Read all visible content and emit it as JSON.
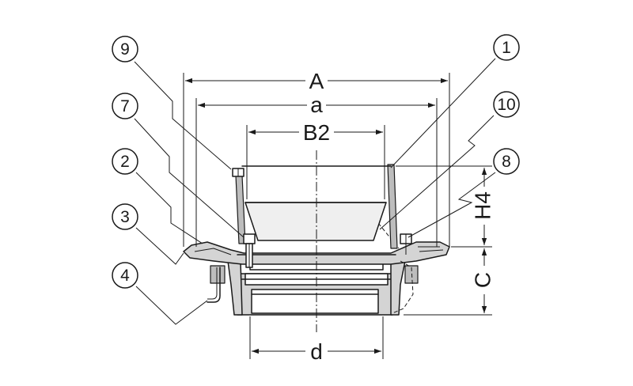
{
  "dimensions": {
    "A": "A",
    "a": "a",
    "B2": "B2",
    "d": "d",
    "H4": "H4",
    "C": "C"
  },
  "callouts": {
    "c1": "1",
    "c2": "2",
    "c3": "3",
    "c4": "4",
    "c7": "7",
    "c8": "8",
    "c9": "9",
    "c10": "10"
  }
}
